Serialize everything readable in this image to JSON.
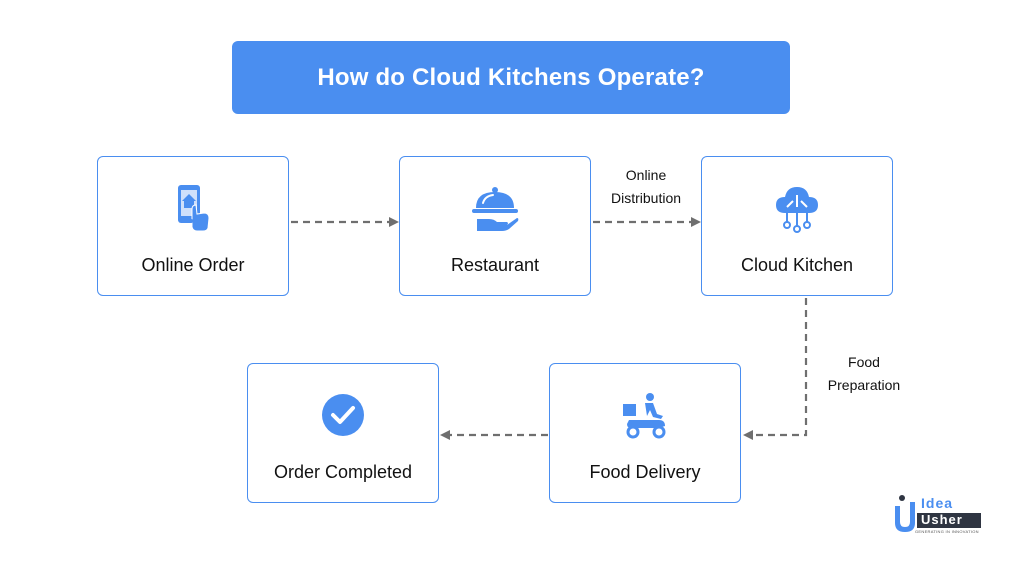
{
  "title": "How do Cloud Kitchens Operate?",
  "colors": {
    "accent": "#4a8ef0",
    "connector": "#6f6f6f",
    "text": "#111111"
  },
  "nodes": [
    {
      "id": "online-order",
      "label": "Online Order",
      "icon": "tablet-tap-icon"
    },
    {
      "id": "restaurant",
      "label": "Restaurant",
      "icon": "serving-dish-icon"
    },
    {
      "id": "cloud-kitchen",
      "label": "Cloud Kitchen",
      "icon": "cloud-network-icon"
    },
    {
      "id": "food-delivery",
      "label": "Food Delivery",
      "icon": "delivery-scooter-icon"
    },
    {
      "id": "order-completed",
      "label": "Order Completed",
      "icon": "check-circle-icon"
    }
  ],
  "edges": [
    {
      "from": "online-order",
      "to": "restaurant",
      "label": ""
    },
    {
      "from": "restaurant",
      "to": "cloud-kitchen",
      "label_lines": [
        "Online",
        "Distribution"
      ]
    },
    {
      "from": "cloud-kitchen",
      "to": "food-delivery",
      "label_lines": [
        "Food",
        "Preparation"
      ]
    },
    {
      "from": "food-delivery",
      "to": "order-completed",
      "label": ""
    }
  ],
  "logo": {
    "line1": "Idea",
    "line2": "Usher",
    "tagline": "GENERATING IN INNOVATION"
  }
}
